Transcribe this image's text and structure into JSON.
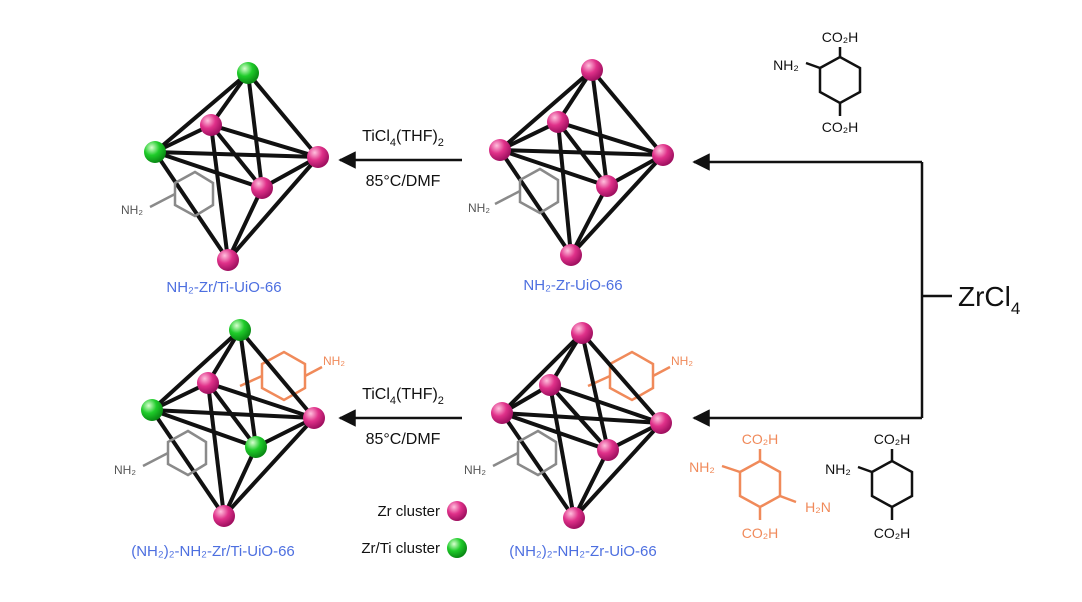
{
  "colors": {
    "zr": "#e0318a",
    "ti": "#1fcc2a",
    "edge": "#111111",
    "ring_gray": "#8a8a8a",
    "ring_orange": "#f08a5a",
    "label_blue": "#4d6fe0"
  },
  "reagent": {
    "text": "ZrCl",
    "sub": "4"
  },
  "step": {
    "reagent_main": "TiCl",
    "reagent_sub1": "4",
    "reagent_paren": "(THF)",
    "reagent_sub2": "2",
    "conditions": "85°C/DMF"
  },
  "linkers": {
    "top_a": "CO₂H",
    "top_amine": "NH₂",
    "top_b": "CO₂H",
    "bottom_amine_a": "CO₂H",
    "bottom_amine_nh2": "NH₂",
    "bottom_amine_b": "CO₂H",
    "bottom_diamine_a": "CO₂H",
    "bottom_diamine_nh2_upper": "NH₂",
    "bottom_diamine_nh2_lower": "H₂N",
    "bottom_diamine_b": "CO₂H"
  },
  "structures": {
    "top_right_label": "NH₂-Zr-UiO-66",
    "top_left_label": "NH₂-Zr/Ti-UiO-66",
    "bottom_right_label": "(NH₂)₂-NH₂-Zr-UiO-66",
    "bottom_left_label": "(NH₂)₂-NH₂-Zr/Ti-UiO-66",
    "amine_tag": "NH₂"
  },
  "legend": {
    "zr": "Zr cluster",
    "zrti": "Zr/Ti cluster"
  }
}
